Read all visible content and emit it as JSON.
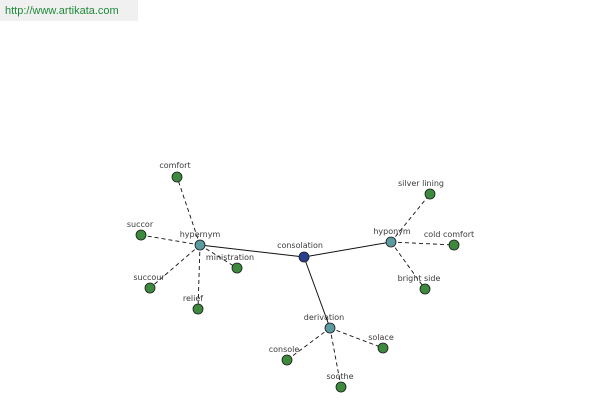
{
  "header": {
    "url": "http://www.artikata.com"
  },
  "colors": {
    "center_node": "#2b3f8f",
    "category_node": "#5a9aa0",
    "leaf_node": "#3d8a3f",
    "edge": "#111111",
    "url_text": "#1f8a3a",
    "url_background": "#f0f0f0"
  },
  "graph": {
    "center": {
      "id": "consolation",
      "label": "consolation"
    },
    "categories": [
      {
        "id": "hypernym",
        "label": "hypernym",
        "leaves": [
          {
            "id": "comfort",
            "label": "comfort"
          },
          {
            "id": "succor",
            "label": "succor"
          },
          {
            "id": "succour",
            "label": "succour"
          },
          {
            "id": "relief",
            "label": "relief"
          },
          {
            "id": "ministration",
            "label": "ministration"
          }
        ]
      },
      {
        "id": "hyponym",
        "label": "hyponym",
        "leaves": [
          {
            "id": "silver-lining",
            "label": "silver lining"
          },
          {
            "id": "cold-comfort",
            "label": "cold comfort"
          },
          {
            "id": "bright-side",
            "label": "bright side"
          }
        ]
      },
      {
        "id": "derivation",
        "label": "derivation",
        "leaves": [
          {
            "id": "solace",
            "label": "solace"
          },
          {
            "id": "console",
            "label": "console"
          },
          {
            "id": "soothe",
            "label": "soothe"
          }
        ]
      }
    ]
  }
}
